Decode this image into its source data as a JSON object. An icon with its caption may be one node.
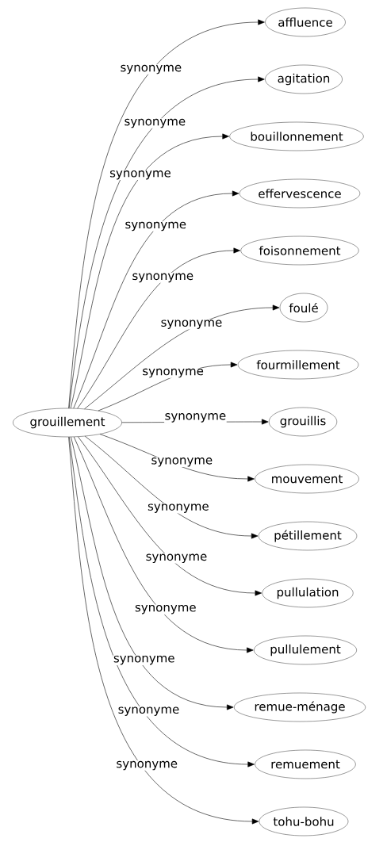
{
  "diagram": {
    "nodes": [
      {
        "text": [
          "grouillement"
        ]
      },
      {
        "text": [
          "affluence"
        ]
      },
      {
        "text": [
          "agitation"
        ]
      },
      {
        "text": [
          "bouillonnement"
        ]
      },
      {
        "text": [
          "effervescence"
        ]
      },
      {
        "text": [
          "foisonnement"
        ]
      },
      {
        "text": [
          "foulé"
        ]
      },
      {
        "text": [
          "fourmillement"
        ]
      },
      {
        "text": [
          "grouillis"
        ]
      },
      {
        "text": [
          "mouvement"
        ]
      },
      {
        "text": [
          "pétillement"
        ]
      },
      {
        "text": [
          "pullulation"
        ]
      },
      {
        "text": [
          "pullulement"
        ]
      },
      {
        "text": [
          "remue-ménage"
        ]
      },
      {
        "text": [
          "remuement"
        ]
      },
      {
        "text": [
          "tohu-bohu"
        ]
      }
    ],
    "edges": [
      {
        "from": 0,
        "to": 1,
        "arrow": "to",
        "label": "synonyme"
      },
      {
        "from": 0,
        "to": 2,
        "arrow": "to",
        "label": "synonyme"
      },
      {
        "from": 0,
        "to": 3,
        "arrow": "to",
        "label": "synonyme"
      },
      {
        "from": 0,
        "to": 4,
        "arrow": "to",
        "label": "synonyme"
      },
      {
        "from": 0,
        "to": 5,
        "arrow": "to",
        "label": "synonyme"
      },
      {
        "from": 0,
        "to": 6,
        "arrow": "to",
        "label": "synonyme"
      },
      {
        "from": 0,
        "to": 7,
        "arrow": "to",
        "label": "synonyme"
      },
      {
        "from": 0,
        "to": 8,
        "arrow": "to",
        "label": "synonyme"
      },
      {
        "from": 0,
        "to": 9,
        "arrow": "to",
        "label": "synonyme"
      },
      {
        "from": 0,
        "to": 10,
        "arrow": "to",
        "label": "synonyme"
      },
      {
        "from": 0,
        "to": 11,
        "arrow": "to",
        "label": "synonyme"
      },
      {
        "from": 0,
        "to": 12,
        "arrow": "to",
        "label": "synonyme"
      },
      {
        "from": 0,
        "to": 13,
        "arrow": "to",
        "label": "synonyme"
      },
      {
        "from": 0,
        "to": 14,
        "arrow": "to",
        "label": "synonyme"
      },
      {
        "from": 0,
        "to": 15,
        "arrow": "to",
        "label": "synonyme"
      }
    ]
  }
}
